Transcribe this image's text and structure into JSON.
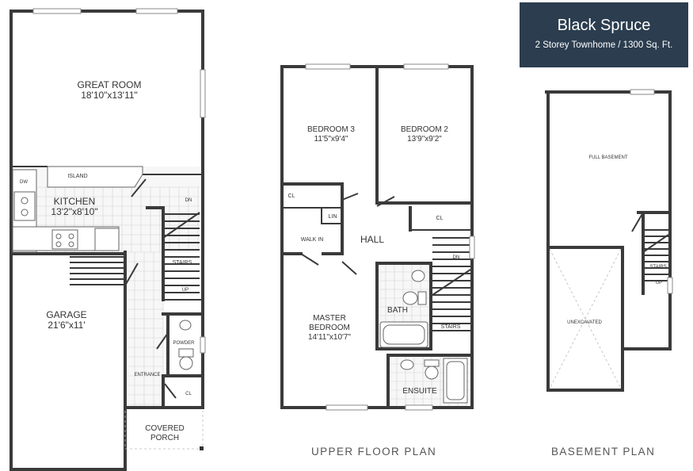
{
  "title": {
    "name": "Black Spruce",
    "subtitle": "2 Storey Townhome / 1300 Sq. Ft."
  },
  "captions": {
    "upper": "UPPER FLOOR PLAN",
    "basement": "BASEMENT PLAN"
  },
  "main_floor": {
    "great_room": {
      "name": "GREAT ROOM",
      "size": "18'10\"x13'11\""
    },
    "kitchen": {
      "name": "KITCHEN",
      "size": "13'2\"x8'10\""
    },
    "island": "ISLAND",
    "dw": "DW",
    "dn": "DN",
    "stairs": "STAIRS",
    "up": "UP",
    "garage": {
      "name": "GARAGE",
      "size": "21'6\"x11'"
    },
    "powder": "POWDER",
    "entrance": "ENTRANCE",
    "cl": "CL",
    "porch_line1": "COVERED",
    "porch_line2": "PORCH"
  },
  "upper_floor": {
    "bedroom3": {
      "name": "BEDROOM 3",
      "size": "11'5\"x9'4\""
    },
    "bedroom2": {
      "name": "BEDROOM 2",
      "size": "13'9\"x9'2\""
    },
    "cl_left": "CL",
    "cl_right": "CL",
    "lin": "LIN",
    "walk_in": "WALK IN",
    "hall": "HALL",
    "dn": "DN",
    "bath": "BATH",
    "stairs": "STAIRS",
    "master": {
      "line1": "MASTER",
      "line2": "BEDROOM",
      "size": "14'11\"x10'7\""
    },
    "ensuite": "ENSUITE"
  },
  "basement": {
    "full": "FULL BASEMENT",
    "unexcavated": "UNEXCAVATED",
    "stairs": "STAIRS",
    "up": "UP"
  }
}
